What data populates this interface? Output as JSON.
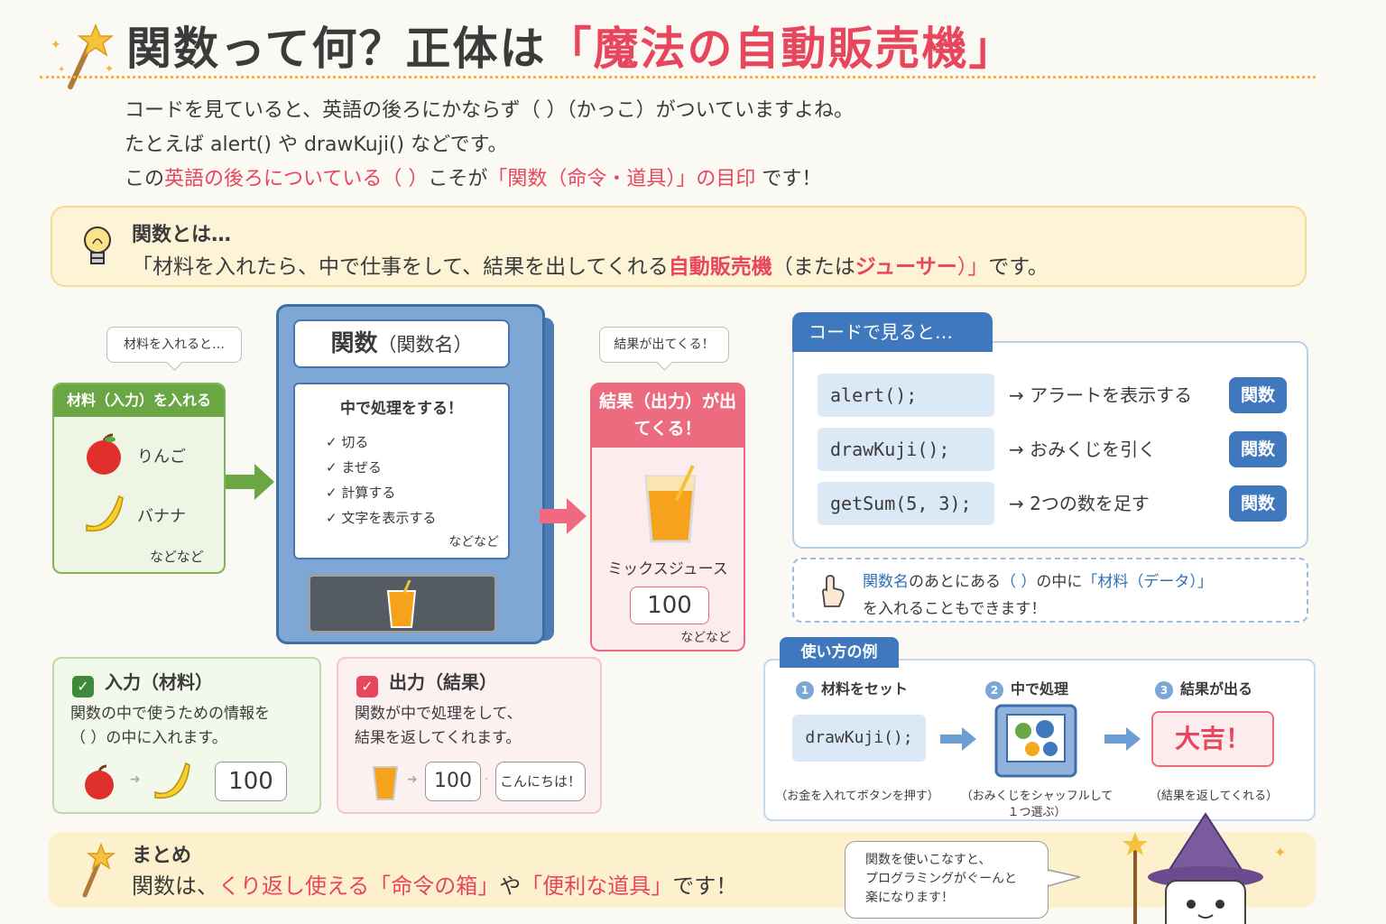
{
  "title": {
    "main": "関数って何？正体は",
    "highlight": "「魔法の自動販売機」"
  },
  "intro": {
    "line1": "コードを見ていると、英語の後ろにかならず（ ）（かっこ）がついていますよね。",
    "line2": "たとえば alert() や drawKuji() などです。",
    "line3_a": "この",
    "line3_b": "英語の後ろについている（ ）",
    "line3_c": "こそが",
    "line3_d": "「関数（命令・道具）」の目印",
    "line3_e": " です！"
  },
  "tip": {
    "heading": "関数とは…",
    "body_a": "「材料を入れたら、中で仕事をして、結果を出してくれる",
    "body_b": "自動販売機",
    "body_c": "（または",
    "body_d": "ジューサー",
    "body_e": "）」",
    "body_f": "です。"
  },
  "input_side": {
    "bubble": "材料を入れると…",
    "header": "材料（入力）を入れる",
    "items": [
      "りんご",
      "バナナ"
    ],
    "more": "などなど"
  },
  "machine": {
    "name": "関数",
    "name_sub": "（関数名）",
    "process_title": "中で処理をする！",
    "steps": [
      "切る",
      "まぜる",
      "計算する",
      "文字を表示する"
    ],
    "more": "などなど"
  },
  "output_side": {
    "bubble": "結果が出てくる！",
    "header": "結果（出力）が出てくる！",
    "item": "ミックスジュース",
    "value": "100",
    "more": "などなど"
  },
  "code_panel": {
    "tab": "コードで見ると…",
    "rows": [
      {
        "code": "alert();",
        "desc": "→ アラートを表示する",
        "badge": "関数"
      },
      {
        "code": "drawKuji();",
        "desc": "→ おみくじを引く",
        "badge": "関数"
      },
      {
        "code": "getSum(5, 3);",
        "desc": "→ 2つの数を足す",
        "badge": "関数"
      }
    ],
    "note_a": "関数名",
    "note_b": "のあとにある",
    "note_c": "（ ）",
    "note_d": "の中に",
    "note_e": "「材料（データ）」",
    "note_line2": "を入れることもできます！"
  },
  "usage": {
    "tab": "使い方の例",
    "steps": [
      "材料をセット",
      "中で処理",
      "結果が出る"
    ],
    "code": "drawKuji();",
    "result": "大吉！",
    "captions": [
      "（お金を入れてボタンを押す）",
      "（おみくじをシャッフルして",
      "１つ選ぶ）",
      "（結果を返してくれる）"
    ]
  },
  "input_box": {
    "heading": "入力（材料）",
    "line1": "関数の中で使うための情報を",
    "line2": "（ ）の中に入れます。",
    "value": "100"
  },
  "output_box": {
    "heading": "出力（結果）",
    "line1": "関数が中で処理をして、",
    "line2": "結果を返してくれます。",
    "value": "100",
    "text": "こんにちは！"
  },
  "summary": {
    "heading": "まとめ",
    "a": "関数は、",
    "b": "くり返し使える「命令の箱」",
    "c": "や",
    "d": "「便利な道具」",
    "e": "です！"
  },
  "speech": {
    "line1": "関数を使いこなすと、",
    "line2": "プログラミングがぐーんと",
    "line3": "楽になります！"
  },
  "colors": {
    "accent_red": "#e8465c",
    "accent_blue": "#3f78bd",
    "green": "#6aa644",
    "yellow": "#fdf4d8"
  }
}
